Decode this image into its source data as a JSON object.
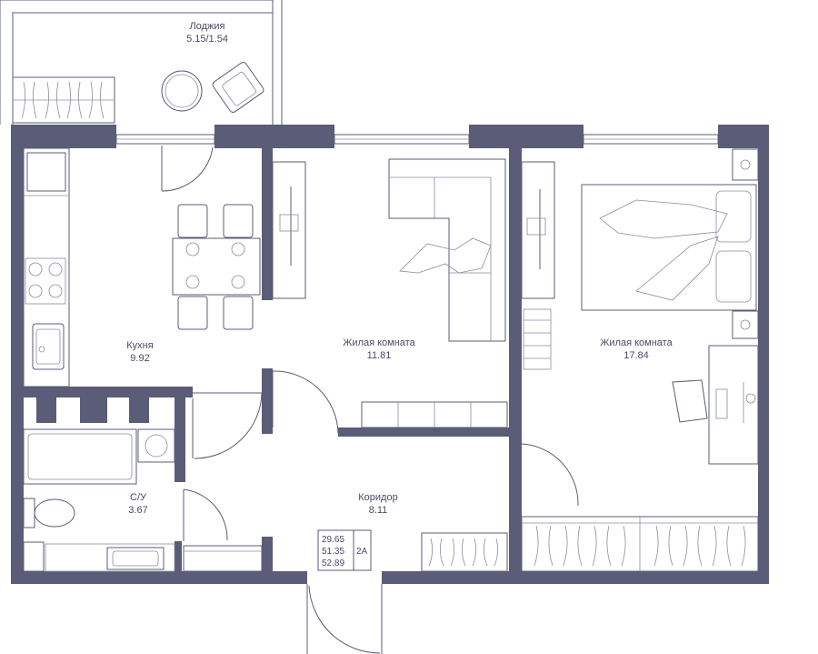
{
  "rooms": [
    {
      "name": "Лоджия",
      "area": "5.15/1.54"
    },
    {
      "name": "Кухня",
      "area": "9.92"
    },
    {
      "name": "Жилая комната",
      "area": "11.81"
    },
    {
      "name": "Жилая комната",
      "area": "17.84"
    },
    {
      "name": "С/У",
      "area": "3.67"
    },
    {
      "name": "Коридор",
      "area": "8.11"
    }
  ],
  "summary": {
    "living_area": "29.65",
    "total_area": "51.35",
    "total_area_with_loggia": "52.89",
    "type": "2А"
  },
  "colors": {
    "wall": "#5b5c77",
    "text": "#4a4b63",
    "background": "#ffffff"
  }
}
